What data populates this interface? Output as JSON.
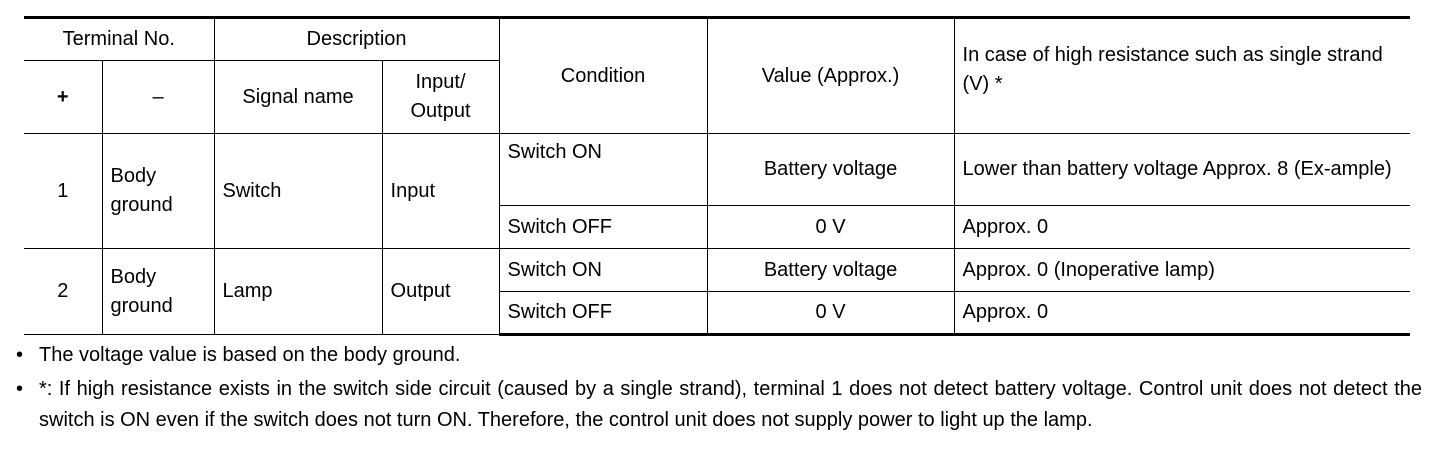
{
  "table": {
    "header": {
      "terminal_no": "Terminal No.",
      "plus": "+",
      "minus": "–",
      "description": "Description",
      "signal_name": "Signal name",
      "input_output": "Input/ Output",
      "condition": "Condition",
      "value": "Value (Approx.)",
      "high_resistance": "In case of high resistance such as single strand (V) *"
    },
    "rows": [
      {
        "terminal_plus": "1",
        "terminal_minus": "Body ground",
        "signal_name": "Switch",
        "io": "Input",
        "conditions": [
          {
            "condition": "Switch ON",
            "value": "Battery voltage",
            "high_res": "Lower than battery voltage Approx. 8 (Ex-ample)"
          },
          {
            "condition": "Switch OFF",
            "value": "0 V",
            "high_res": "Approx. 0"
          }
        ]
      },
      {
        "terminal_plus": "2",
        "terminal_minus": "Body ground",
        "signal_name": "Lamp",
        "io": "Output",
        "conditions": [
          {
            "condition": "Switch ON",
            "value": "Battery voltage",
            "high_res": "Approx. 0 (Inoperative lamp)"
          },
          {
            "condition": "Switch OFF",
            "value": "0 V",
            "high_res": "Approx. 0"
          }
        ]
      }
    ]
  },
  "notes": [
    "The voltage value is based on the body ground.",
    "*: If high resistance exists in the switch side circuit (caused by a single strand), terminal 1 does not detect battery voltage. Control unit does not detect the switch is ON even if the switch does not turn ON. Therefore, the control unit does not supply power to light up the lamp."
  ]
}
